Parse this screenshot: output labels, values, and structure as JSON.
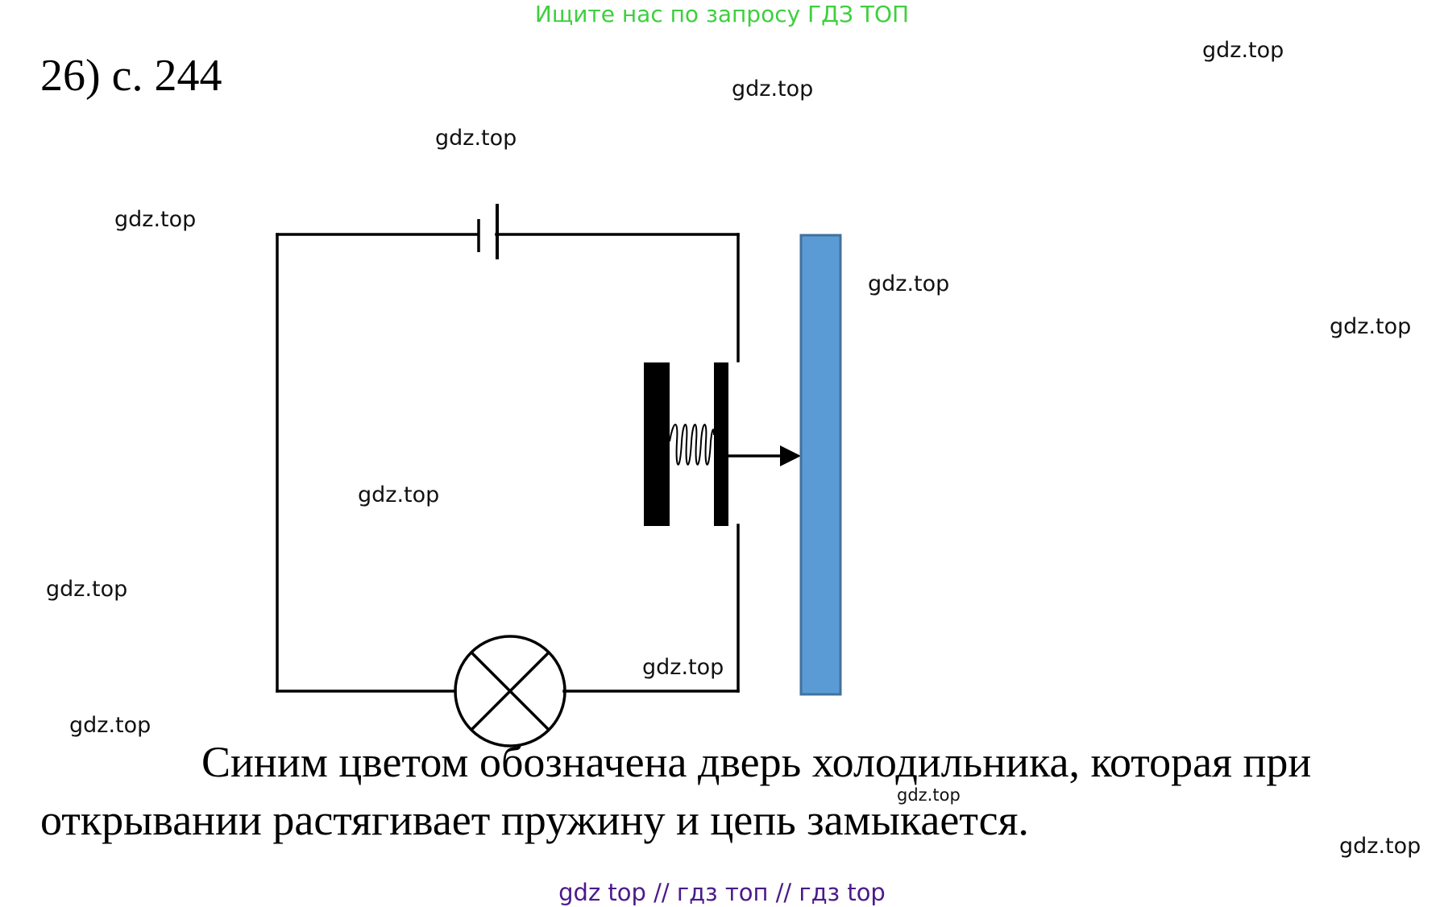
{
  "banner": "Ищите нас по запросу ГДЗ ТОП",
  "heading": "26) с. 244",
  "watermark": "gdz.top",
  "caption": "Синим цветом обозначена дверь холодильника, которая при открывании растягивает пружину и цепь замыкается.",
  "footer": "gdz top  //  гдз топ  //  гдз top",
  "colors": {
    "banner": "#3ecf3e",
    "door_fill": "#5b9bd5",
    "door_stroke": "#41719c",
    "footer": "#4b1a8a"
  },
  "diagram": {
    "components": [
      "battery",
      "switch-contacts",
      "spring",
      "plunger-arrow",
      "refrigerator-door",
      "lamp"
    ]
  }
}
